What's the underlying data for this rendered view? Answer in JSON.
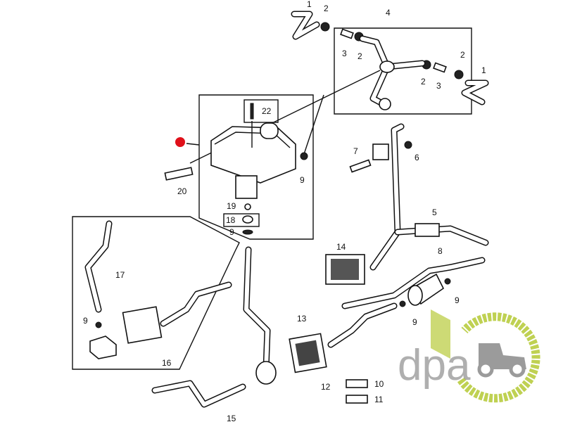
{
  "diagram": {
    "callouts": [
      "1",
      "2",
      "4",
      "3",
      "2",
      "2",
      "1",
      "2",
      "3",
      "22",
      "9",
      "20",
      "19",
      "18",
      "9",
      "7",
      "6",
      "5",
      "14",
      "8",
      "17",
      "9",
      "9",
      "9",
      "13",
      "10",
      "11",
      "16",
      "12",
      "15"
    ],
    "marker_color": "#e0101a",
    "logo": {
      "text": "dpa",
      "green": "#b5c935",
      "gray": "#8a8a8a"
    }
  }
}
